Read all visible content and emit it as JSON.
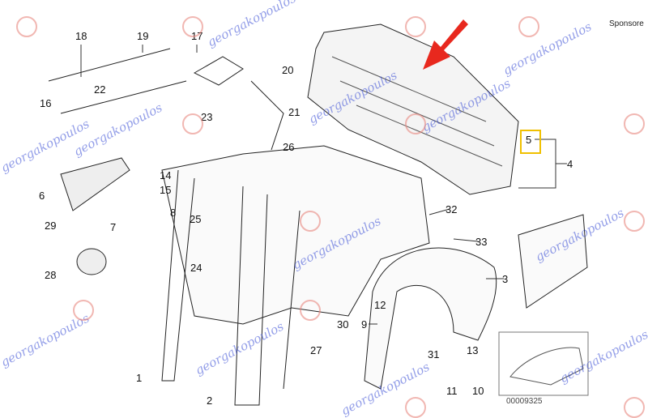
{
  "sponsor_text": "Sponsore",
  "watermark_text": "georgakopoulos",
  "diagram_code": "00009325",
  "highlighted_part": "5",
  "colors": {
    "arrow": "#e8281e",
    "highlight": "#f0c000",
    "watermark": "#3b4fd6"
  },
  "labels": {
    "p1": "1",
    "p2": "2",
    "p3": "3",
    "p4": "4",
    "p5": "5",
    "p6": "6",
    "p7": "7",
    "p8": "8",
    "p9": "9",
    "p10": "10",
    "p11": "11",
    "p12": "12",
    "p13": "13",
    "p14": "14",
    "p15": "15",
    "p16": "16",
    "p17": "17",
    "p18": "18",
    "p19": "19",
    "p20": "20",
    "p21": "21",
    "p22": "22",
    "p23": "23",
    "p24": "24",
    "p25": "25",
    "p26": "26",
    "p27": "27",
    "p28": "28",
    "p29": "29",
    "p30": "30",
    "p31": "31",
    "p32": "32",
    "p33": "33"
  }
}
